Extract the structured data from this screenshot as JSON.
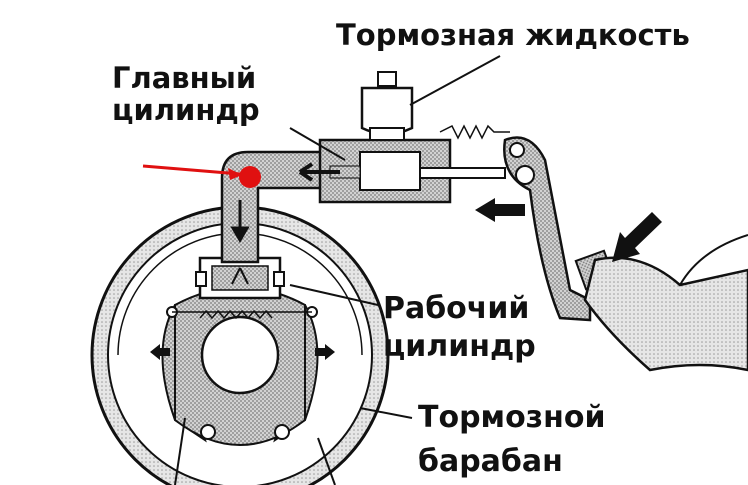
{
  "labels": {
    "brake_fluid": "Тормозная жидкость",
    "master_cylinder_line1": "Главный",
    "master_cylinder_line2": "цилиндр",
    "wheel_cylinder_line1": "Рабочий",
    "wheel_cylinder_line2": "цилиндр",
    "brake_drum_line1": "Тормозной",
    "brake_drum_line2": "барабан"
  },
  "colors": {
    "ink": "#111111",
    "hatch": "#8a8a8a",
    "highlight": "#e01010"
  },
  "icons": [
    "red-marker-dot",
    "red-pointer-arrow",
    "flow-arrow",
    "force-arrow"
  ]
}
